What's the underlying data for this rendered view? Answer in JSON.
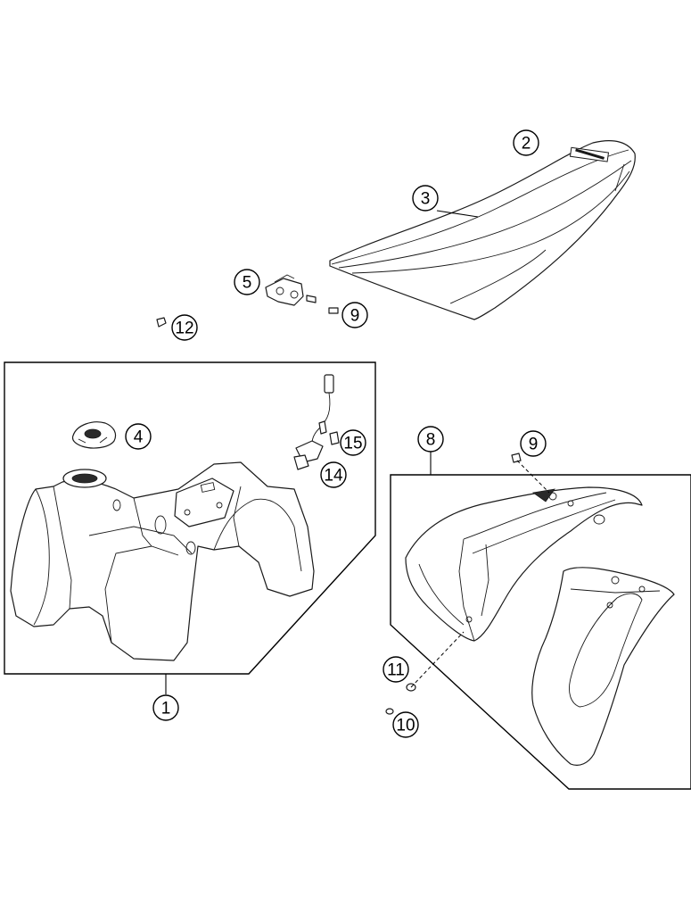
{
  "callouts": [
    {
      "id": "c1",
      "label": "1"
    },
    {
      "id": "c2",
      "label": "2"
    },
    {
      "id": "c3",
      "label": "3"
    },
    {
      "id": "c4",
      "label": "4"
    },
    {
      "id": "c5",
      "label": "5"
    },
    {
      "id": "c8",
      "label": "8"
    },
    {
      "id": "c9a",
      "label": "9"
    },
    {
      "id": "c9b",
      "label": "9"
    },
    {
      "id": "c10",
      "label": "10"
    },
    {
      "id": "c11",
      "label": "11"
    },
    {
      "id": "c12",
      "label": "12"
    },
    {
      "id": "c14",
      "label": "14"
    },
    {
      "id": "c15",
      "label": "15"
    }
  ],
  "colors": {
    "line": "#1a1a1a",
    "background": "#ffffff"
  }
}
